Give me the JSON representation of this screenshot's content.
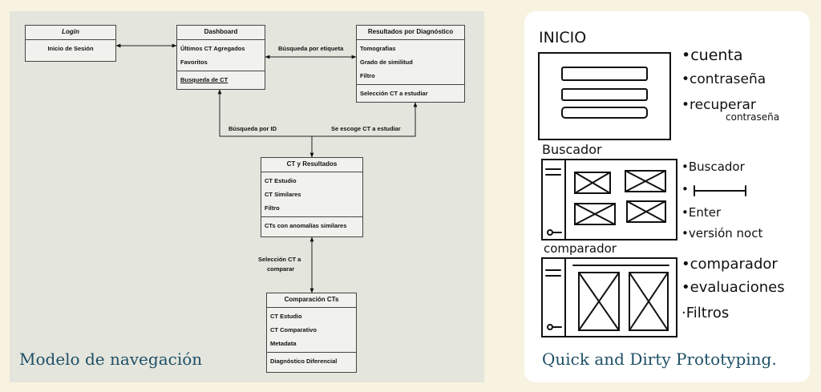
{
  "diagram": {
    "caption": "Modelo de navegación",
    "boxes": {
      "login": {
        "title": "Login",
        "rows": [
          "Inicio de Sesión"
        ]
      },
      "dashboard": {
        "title": "Dashboard",
        "rows": [
          "Últimos CT Agregados",
          "Favoritos"
        ],
        "footer": "Busqueda de CT"
      },
      "resultados": {
        "title": "Resultados por Diagnóstico",
        "rows": [
          "Tomografias",
          "Grado de similitud",
          "Filtro"
        ],
        "footer": "Selección CT a estudiar"
      },
      "ct_resultados": {
        "title": "CT y Resultados",
        "rows": [
          "CT  Estudio",
          "CT Similares",
          "Filtro"
        ],
        "footer": "CTs con anomalías similares"
      },
      "comparacion": {
        "title": "Comparación CTs",
        "rows": [
          "CT  Estudio",
          "CT Comparativo",
          "Metadata"
        ],
        "footer": "Diagnóstico Diferencial"
      }
    },
    "edges": {
      "busqueda_etiqueta": "Búsqueda por etiqueta",
      "busqueda_id": "Búsqueda por ID",
      "escoge_ct": "Se escoge CT a estudiar",
      "seleccion_ct_1": "Selección CT a",
      "seleccion_ct_2": "comparar"
    }
  },
  "sketch": {
    "caption": "Quick and Dirty Prototyping.",
    "sections": {
      "inicio": {
        "title": "INICIO",
        "notes": [
          "•cuenta",
          "•contraseña",
          "•recuperar",
          "contraseña"
        ]
      },
      "buscador": {
        "title": "Buscador",
        "notes": [
          "•Buscador",
          "•",
          "•Enter",
          "•versión noct"
        ]
      },
      "comparador": {
        "title": "comparador",
        "notes": [
          "•comparador",
          "•evaluaciones",
          "·Filtros"
        ]
      }
    }
  }
}
